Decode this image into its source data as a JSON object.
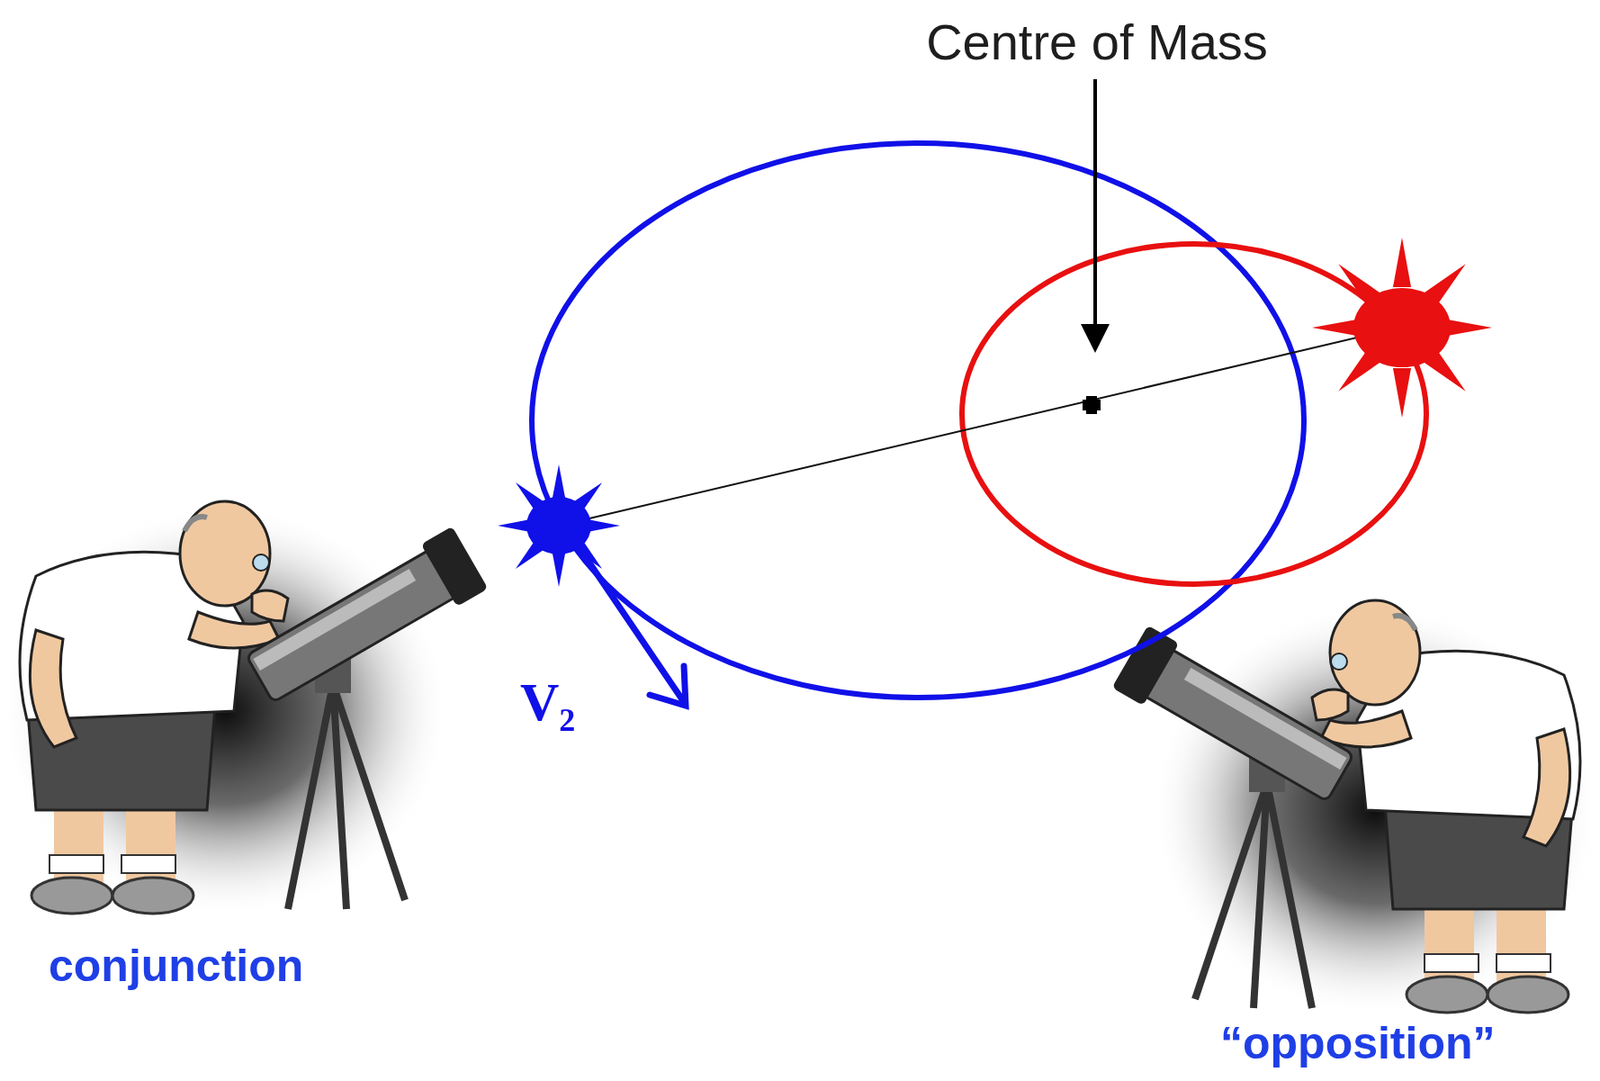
{
  "diagram": {
    "labels": [
      "Centre of Mass",
      "V₂",
      "conjunction",
      "“opposition”"
    ]
  }
}
